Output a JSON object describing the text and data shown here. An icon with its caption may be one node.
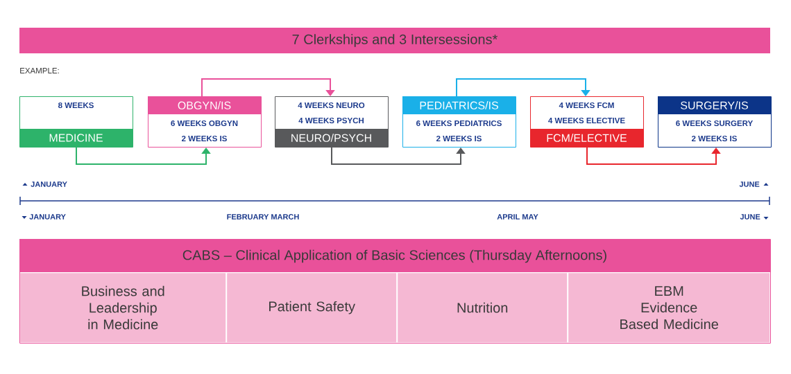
{
  "diagram": {
    "title": "7 Clerkships and 3 Intersessions*",
    "nodes": [
      {
        "text": [
          "8 WEEKS",
          "MEDICINE"
        ]
      },
      {
        "text": [
          "OBGYN/IS",
          "6 WEEKS OBGYN",
          "2 WEEKS IS"
        ]
      },
      {
        "text": [
          "4 WEEKS NEURO",
          "4 WEEKS PSYCH",
          "NEURO/PSYCH"
        ]
      },
      {
        "text": [
          "PEDIATRICS/IS",
          "6 WEEKS PEDIATRICS",
          "2 WEEKS IS"
        ]
      },
      {
        "text": [
          "4 WEEKS FCM",
          "4 WEEKS ELECTIVE",
          "FCM/ELECTIVE"
        ]
      },
      {
        "text": [
          "SURGERY/IS",
          "6 WEEKS SURGERY",
          "2 WEEKS IS"
        ]
      },
      {
        "text": [
          "CABS – Clinical Application of Basic Sciences (Thursday Afternoons)"
        ]
      },
      {
        "text": [
          "Business and Leadership in Medicine"
        ],
        "in": 6
      },
      {
        "text": [
          "Patient Safety"
        ],
        "in": 6
      },
      {
        "text": [
          "Nutrition"
        ],
        "in": 6
      },
      {
        "text": [
          "EBM",
          "Evidence Based Medicine"
        ],
        "in": 6
      }
    ],
    "edges": [
      {
        "from": 0,
        "to": 1,
        "arrow": "to",
        "color": "#2db36a"
      },
      {
        "from": 1,
        "to": 2,
        "arrow": "to",
        "color": "#e9519a"
      },
      {
        "from": 2,
        "to": 3,
        "arrow": "to",
        "color": "#58595b"
      },
      {
        "from": 3,
        "to": 4,
        "arrow": "to",
        "color": "#1ab0e8"
      },
      {
        "from": 4,
        "to": 5,
        "arrow": "to",
        "color": "#e8262d"
      }
    ],
    "labels": [
      "EXAMPLE:",
      "JANUARY",
      "JUNE",
      "JANUARY",
      "FEBRUARY MARCH",
      "APRIL MAY",
      "JUNE"
    ]
  }
}
